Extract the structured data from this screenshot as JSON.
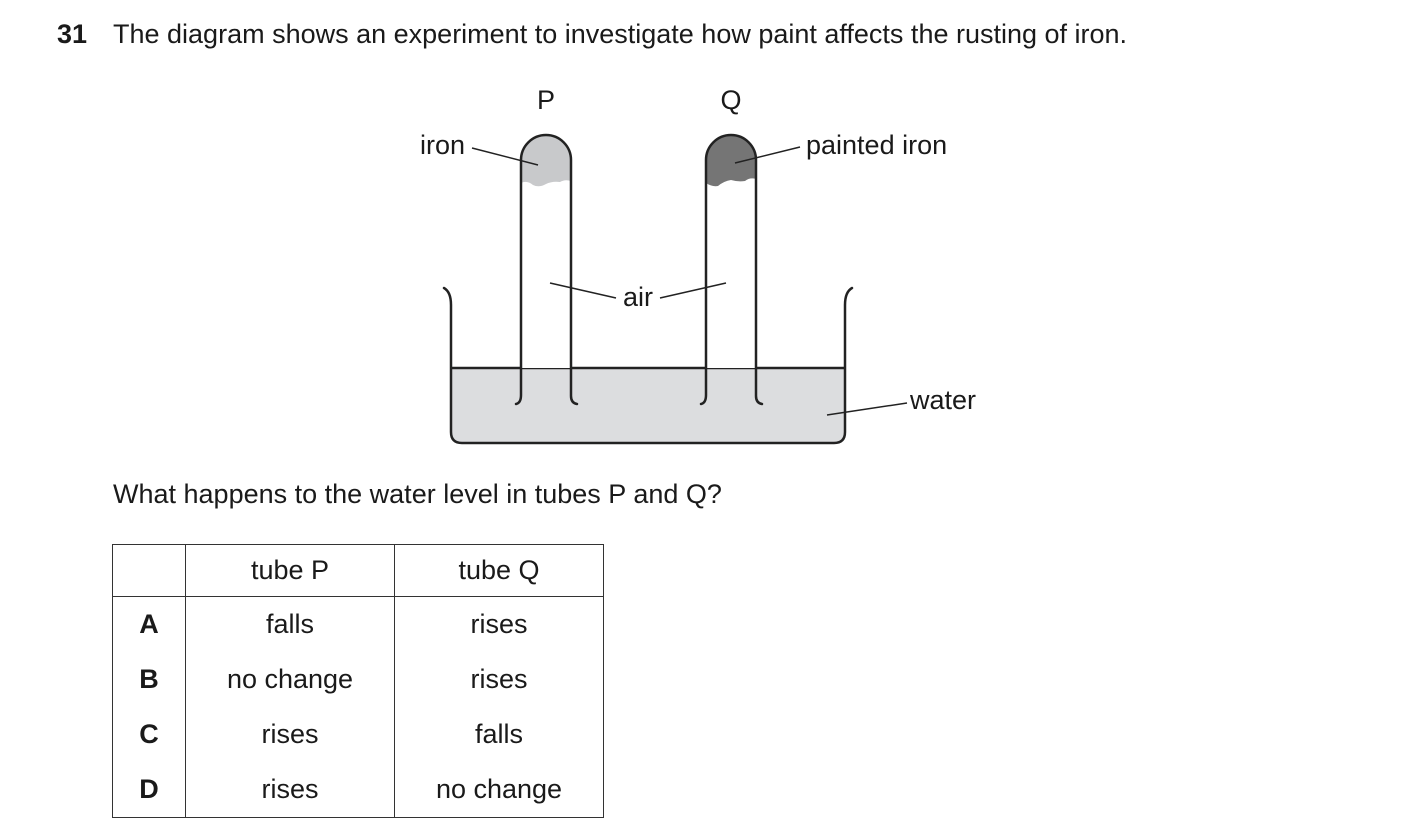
{
  "question": {
    "number": "31",
    "stem": "The diagram shows an experiment to investigate how paint affects the rusting of iron.",
    "ask": "What happens to the water level in tubes P and Q?"
  },
  "diagram": {
    "tube_p_label": "P",
    "tube_q_label": "Q",
    "label_iron": "iron",
    "label_painted_iron": "painted iron",
    "label_air": "air",
    "label_water": "water",
    "colors": {
      "iron": "#c8c9cb",
      "painted_iron": "#757575",
      "water": "#dcdddf"
    }
  },
  "table": {
    "headers": [
      "",
      "tube P",
      "tube Q"
    ],
    "rows": [
      {
        "key": "A",
        "tube_p": "falls",
        "tube_q": "rises"
      },
      {
        "key": "B",
        "tube_p": "no change",
        "tube_q": "rises"
      },
      {
        "key": "C",
        "tube_p": "rises",
        "tube_q": "falls"
      },
      {
        "key": "D",
        "tube_p": "rises",
        "tube_q": "no change"
      }
    ]
  }
}
